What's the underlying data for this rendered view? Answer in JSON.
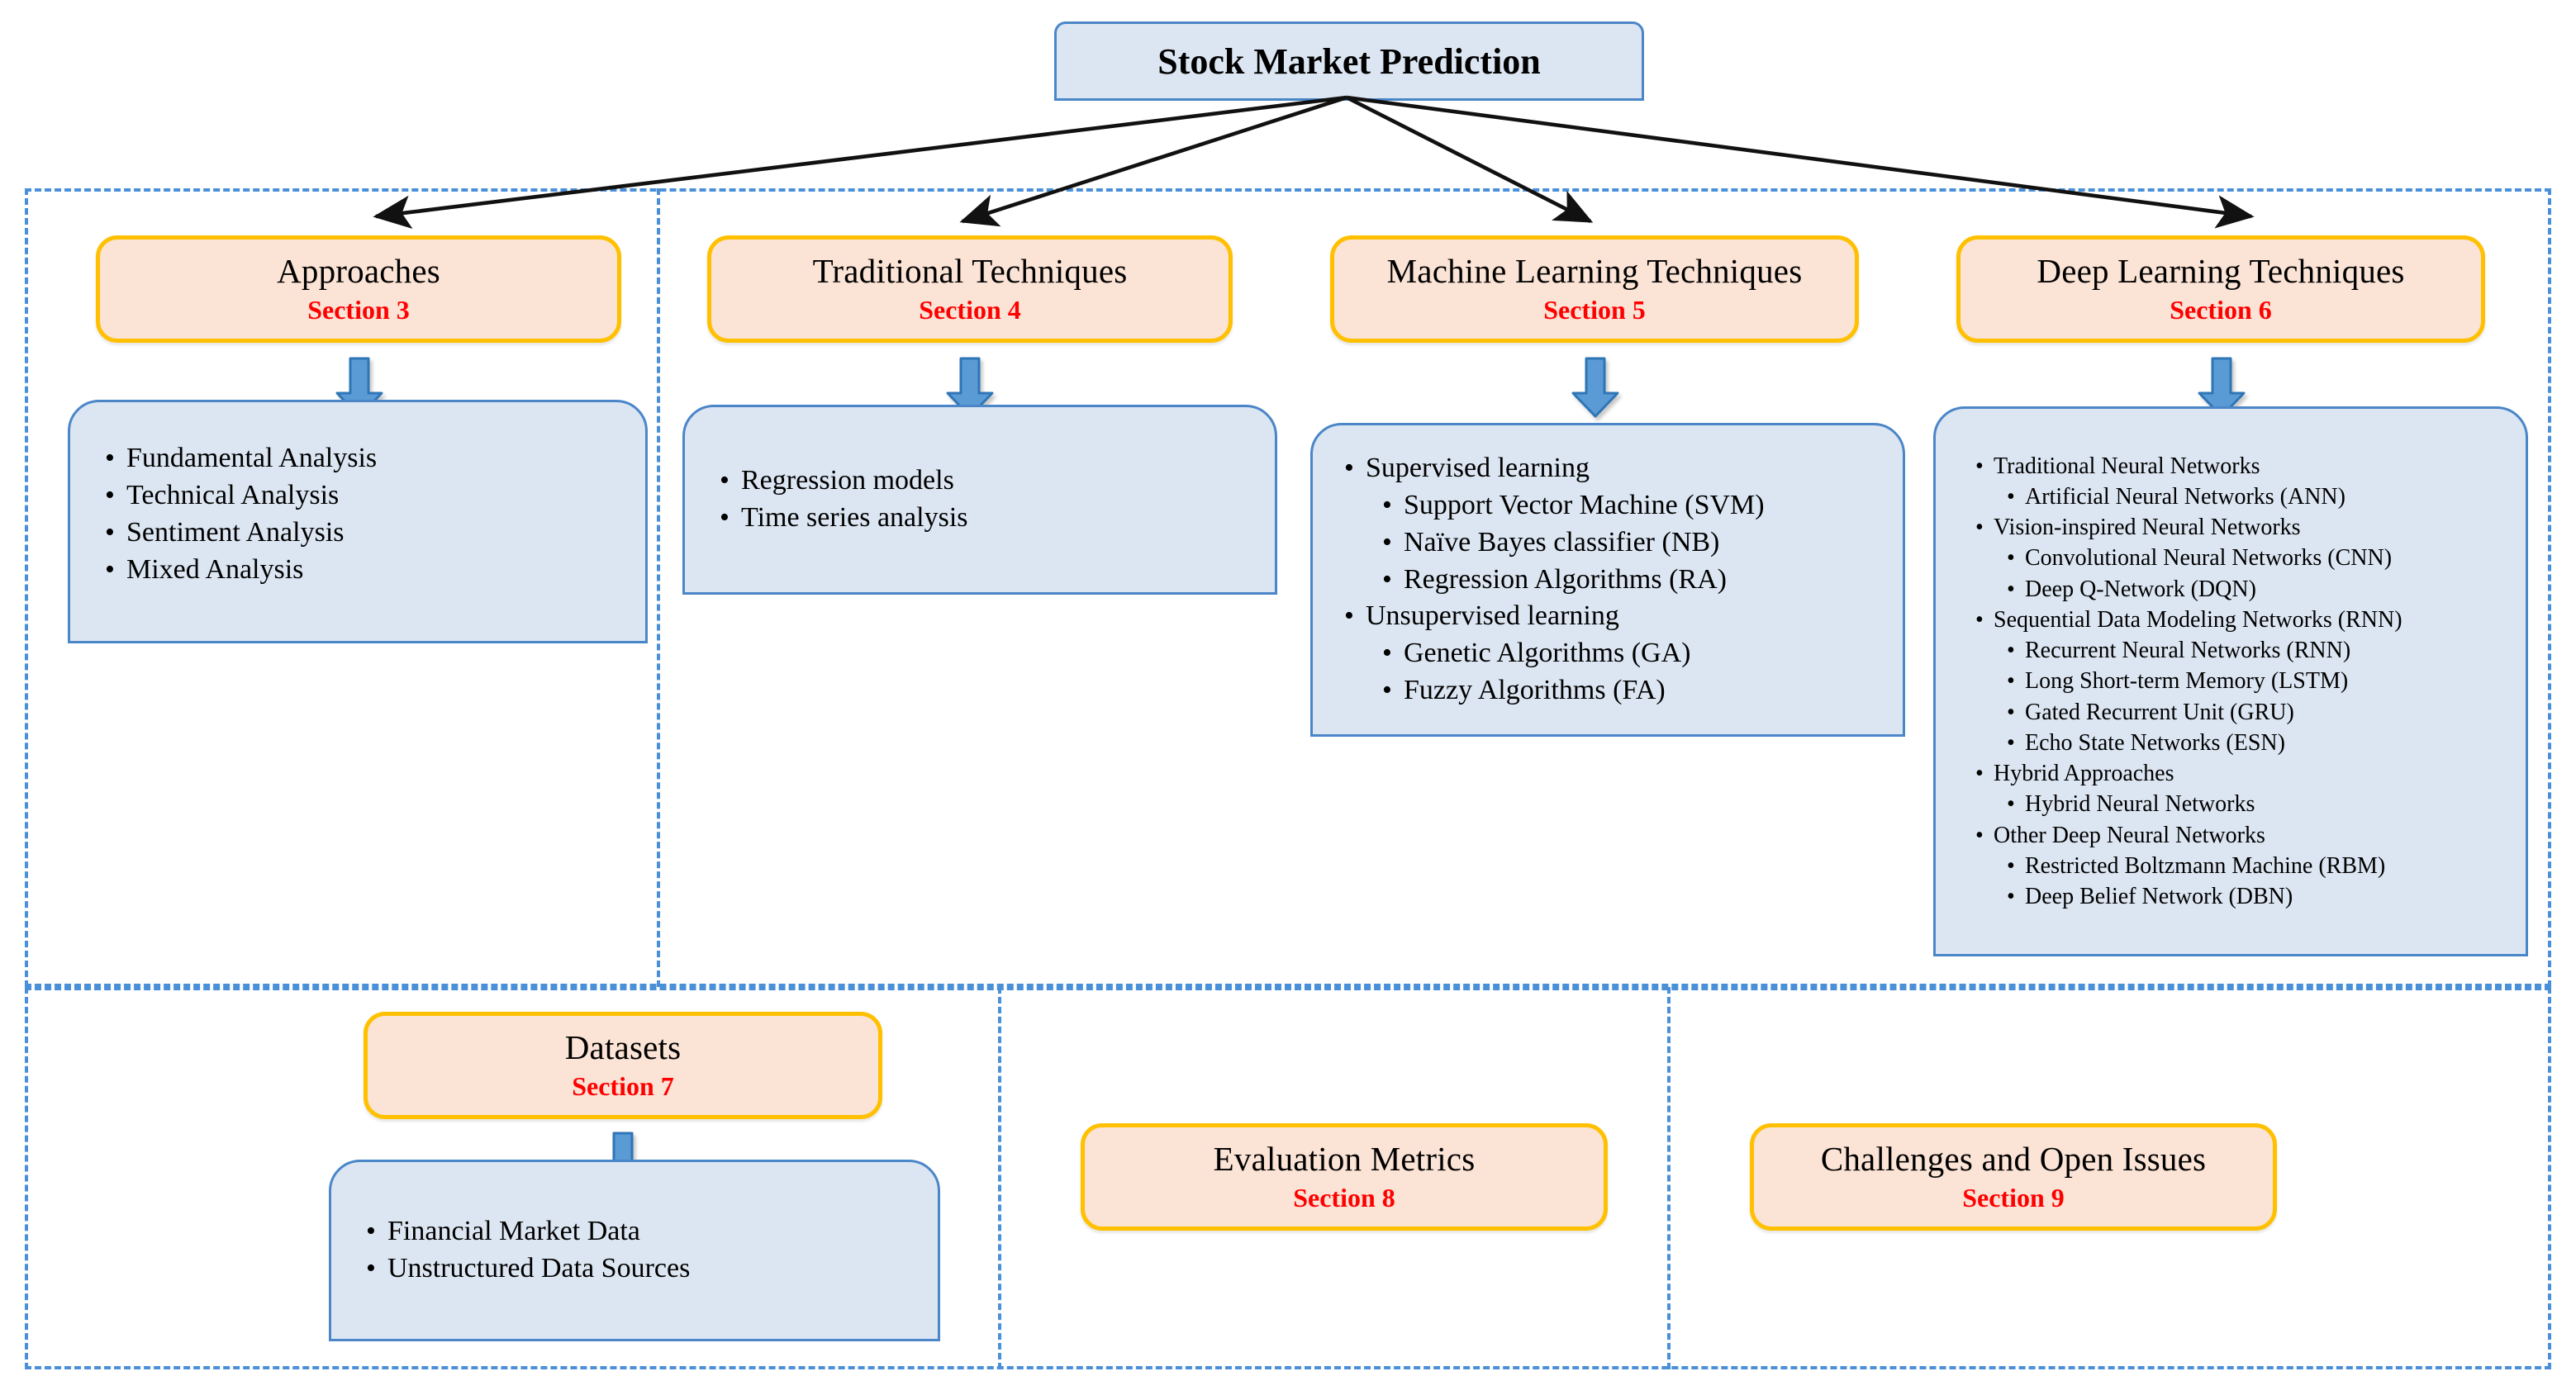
{
  "title_box": {
    "label": "Stock Market Prediction"
  },
  "sections": {
    "approaches": {
      "title": "Approaches",
      "section": "Section 3",
      "items": [
        {
          "level": 1,
          "text": "Fundamental Analysis"
        },
        {
          "level": 1,
          "text": "Technical Analysis"
        },
        {
          "level": 1,
          "text": "Sentiment Analysis"
        },
        {
          "level": 1,
          "text": "Mixed Analysis"
        }
      ]
    },
    "traditional": {
      "title": "Traditional Techniques",
      "section": "Section 4",
      "items": [
        {
          "level": 1,
          "text": "Regression models"
        },
        {
          "level": 1,
          "text": "Time series analysis"
        }
      ]
    },
    "machine_learning": {
      "title": "Machine Learning Techniques",
      "section": "Section 5",
      "items": [
        {
          "level": 1,
          "text": "Supervised learning"
        },
        {
          "level": 2,
          "text": "Support Vector Machine (SVM)"
        },
        {
          "level": 2,
          "text": "Naïve Bayes classifier (NB)"
        },
        {
          "level": 2,
          "text": "Regression Algorithms (RA)"
        },
        {
          "level": 1,
          "text": "Unsupervised learning"
        },
        {
          "level": 2,
          "text": "Genetic Algorithms (GA)"
        },
        {
          "level": 2,
          "text": "Fuzzy Algorithms (FA)"
        }
      ]
    },
    "deep_learning": {
      "title": "Deep Learning Techniques",
      "section": "Section 6",
      "items": [
        {
          "level": 1,
          "text": "Traditional Neural Networks"
        },
        {
          "level": 2,
          "text": "Artificial Neural Networks (ANN)"
        },
        {
          "level": 1,
          "text": "Vision-inspired Neural Networks"
        },
        {
          "level": 2,
          "text": "Convolutional Neural Networks (CNN)"
        },
        {
          "level": 2,
          "text": "Deep Q-Network (DQN)"
        },
        {
          "level": 1,
          "text": "Sequential Data Modeling Networks (RNN)"
        },
        {
          "level": 2,
          "text": "Recurrent Neural Networks (RNN)"
        },
        {
          "level": 2,
          "text": "Long Short-term Memory (LSTM)"
        },
        {
          "level": 2,
          "text": "Gated Recurrent Unit (GRU)"
        },
        {
          "level": 2,
          "text": "Echo State Networks (ESN)"
        },
        {
          "level": 1,
          "text": "Hybrid Approaches"
        },
        {
          "level": 2,
          "text": "Hybrid Neural Networks"
        },
        {
          "level": 1,
          "text": "Other Deep Neural Networks"
        },
        {
          "level": 2,
          "text": "Restricted Boltzmann Machine (RBM)"
        },
        {
          "level": 2,
          "text": "Deep Belief Network (DBN)"
        }
      ]
    },
    "datasets": {
      "title": "Datasets",
      "section": "Section 7",
      "items": [
        {
          "level": 1,
          "text": "Financial Market Data"
        },
        {
          "level": 1,
          "text": "Unstructured Data Sources"
        }
      ]
    },
    "evaluation_metrics": {
      "title": "Evaluation Metrics",
      "section": "Section 8"
    },
    "challenges": {
      "title": "Challenges and Open Issues",
      "section": "Section 9"
    }
  },
  "colors": {
    "section_box_fill": "#FBE3D5",
    "section_box_border": "#FFC000",
    "content_box_fill": "#DCE6F2",
    "content_box_border": "#4A86C8",
    "title_box_fill": "#DCE6F2",
    "title_box_border": "#4A86C8",
    "dashed_border": "#4A90D9",
    "section_label": "#FF0000",
    "arrow": "#000000",
    "block_arrow_fill": "#5B9BD5",
    "block_arrow_stroke": "#2E75B6"
  }
}
